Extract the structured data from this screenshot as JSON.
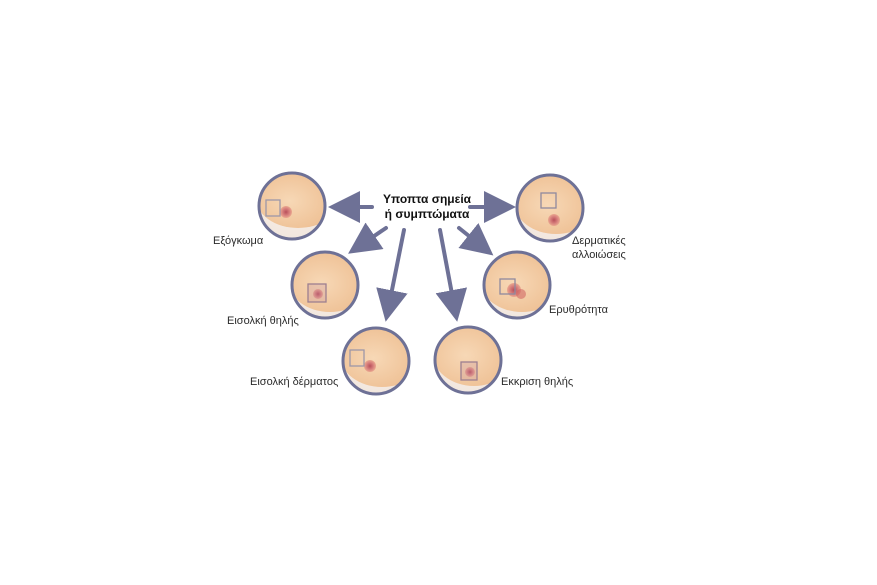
{
  "center": {
    "line1": "Υποπτα σημεία",
    "line2": "ή συμπτώματα"
  },
  "nodes": [
    {
      "id": "exogkoma",
      "label_lines": [
        "Εξόγκωμα"
      ]
    },
    {
      "id": "eisolki-thilis",
      "label_lines": [
        "Εισολκή θηλής"
      ]
    },
    {
      "id": "eisolki-dermatos",
      "label_lines": [
        "Εισολκή δέρματος"
      ]
    },
    {
      "id": "ekkrisi-thilis",
      "label_lines": [
        "Εκκριση θηλής"
      ]
    },
    {
      "id": "erythrotita",
      "label_lines": [
        "Ερυθρότητα"
      ]
    },
    {
      "id": "dermatikes-alloioseis",
      "label_lines": [
        "Δερματικές",
        "αλλοιώσεις"
      ]
    }
  ],
  "colors": {
    "arrow": "#6e7196",
    "ring": "#6e7196",
    "skin": "#f3c9a1",
    "highlight": "#b2a2b3",
    "nipple": "#c4686c"
  }
}
